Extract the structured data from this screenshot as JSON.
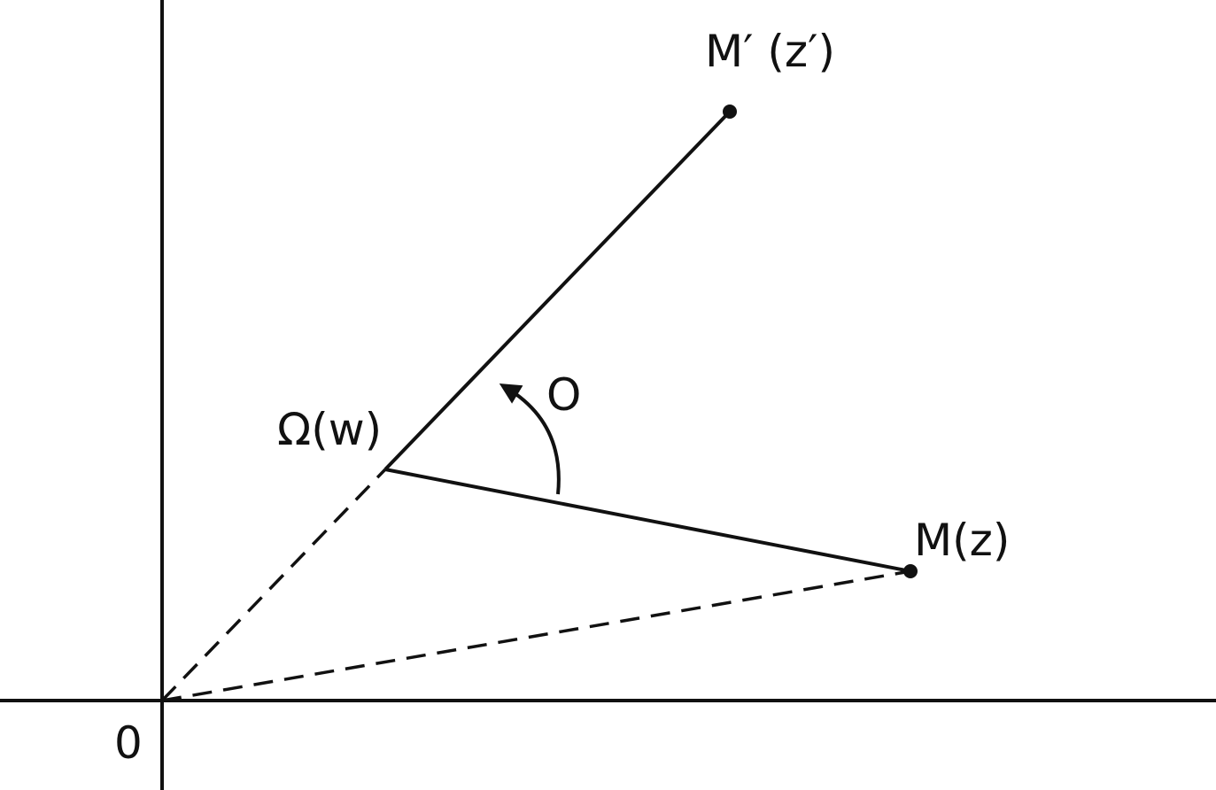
{
  "diagram": {
    "origin_label": "0",
    "center_label": "Ω(w)",
    "point_label": "M(z)",
    "image_label": "M′ (z′)",
    "angle_label": "O"
  },
  "colors": {
    "ink": "#111111",
    "background": "#ffffff"
  }
}
